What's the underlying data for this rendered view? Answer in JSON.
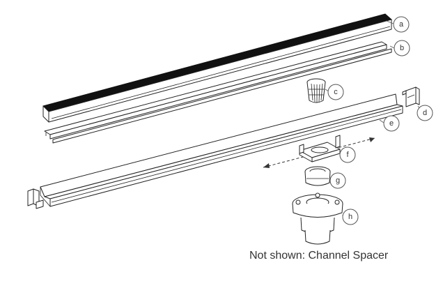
{
  "callouts": [
    {
      "id": "a",
      "label": "a"
    },
    {
      "id": "b",
      "label": "b"
    },
    {
      "id": "c",
      "label": "c"
    },
    {
      "id": "d",
      "label": "d"
    },
    {
      "id": "e",
      "label": "e"
    },
    {
      "id": "f",
      "label": "f"
    },
    {
      "id": "g",
      "label": "g"
    },
    {
      "id": "h",
      "label": "h"
    }
  ],
  "footnote": "Not shown: Channel Spacer",
  "colors": {
    "line": "#222222",
    "grate": "#111111",
    "text": "#333333"
  }
}
